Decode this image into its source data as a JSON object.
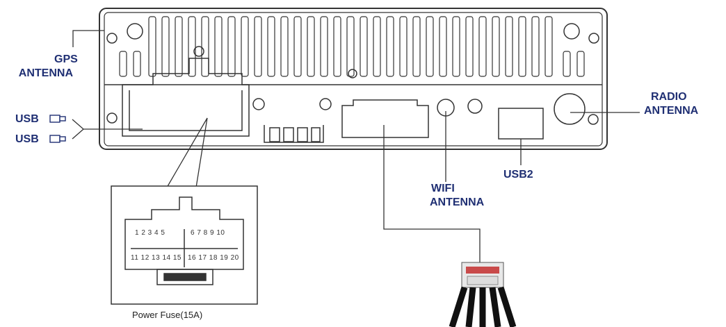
{
  "labels": {
    "gps_line1": "GPS",
    "gps_line2": "ANTENNA",
    "usb_top": "USB",
    "usb_bottom": "USB",
    "radio_line1": "RADIO",
    "radio_line2": "ANTENNA",
    "wifi_line1": "WIFI",
    "wifi_line2": "ANTENNA",
    "usb2": "USB2",
    "power_fuse": "Power Fuse(15A)"
  },
  "connector_pins": {
    "row1_left": "1 2 3 4 5",
    "row1_right": "6 7 8 9 10",
    "row2_left": "11 12 13 14 15",
    "row2_right": "16 17 18 19 20"
  },
  "colors": {
    "label": "#1f2f73",
    "line": "#333333",
    "body": "#ffffff"
  }
}
